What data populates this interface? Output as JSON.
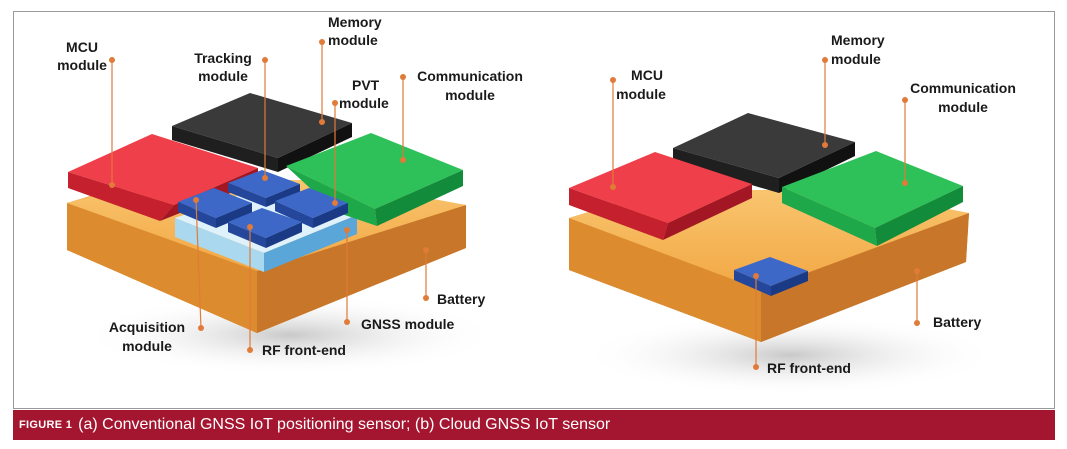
{
  "caption": {
    "figure_label": "FIGURE 1",
    "text": "(a) Conventional GNSS IoT positioning sensor; (b) Cloud GNSS IoT sensor"
  },
  "panel_a": {
    "labels": {
      "mcu": [
        "MCU",
        "module"
      ],
      "tracking": [
        "Tracking",
        "module"
      ],
      "memory": [
        "Memory",
        "module"
      ],
      "pvt": [
        "PVT",
        "module"
      ],
      "communication": [
        "Communication",
        "module"
      ],
      "battery": [
        "Battery"
      ],
      "gnss": [
        "GNSS module"
      ],
      "acquisition": [
        "Acquisition",
        "module"
      ],
      "rf": [
        "RF front-end"
      ]
    }
  },
  "panel_b": {
    "labels": {
      "mcu": [
        "MCU",
        "module"
      ],
      "memory": [
        "Memory",
        "module"
      ],
      "communication": [
        "Communication",
        "module"
      ],
      "battery": [
        "Battery"
      ],
      "rf": [
        "RF front-end"
      ]
    }
  },
  "colors": {
    "mcu": "#e8303d",
    "memory": "#2b2b2b",
    "communication": "#22b24c",
    "battery": "#f3a84a",
    "gnss_board": "#a9d8ef",
    "chip": "#2f58b5",
    "leader": "#e07b39",
    "caption_bg": "#a4152f"
  }
}
